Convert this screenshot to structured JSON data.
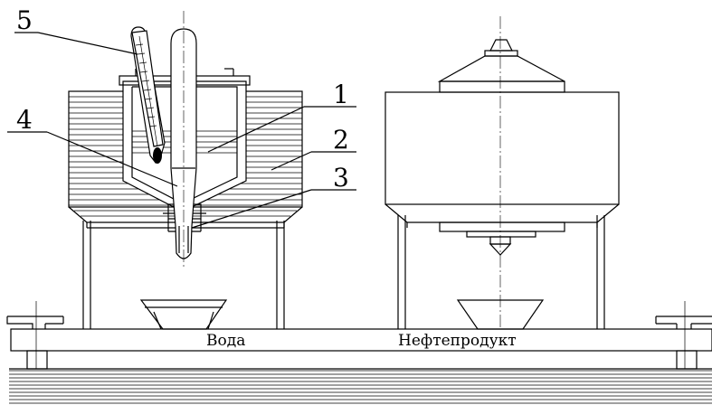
{
  "labels": {
    "n1": "1",
    "n2": "2",
    "n3": "3",
    "n4": "4",
    "n5": "5"
  },
  "captions": {
    "water": "Вода",
    "oil": "Нефтепродукт"
  }
}
